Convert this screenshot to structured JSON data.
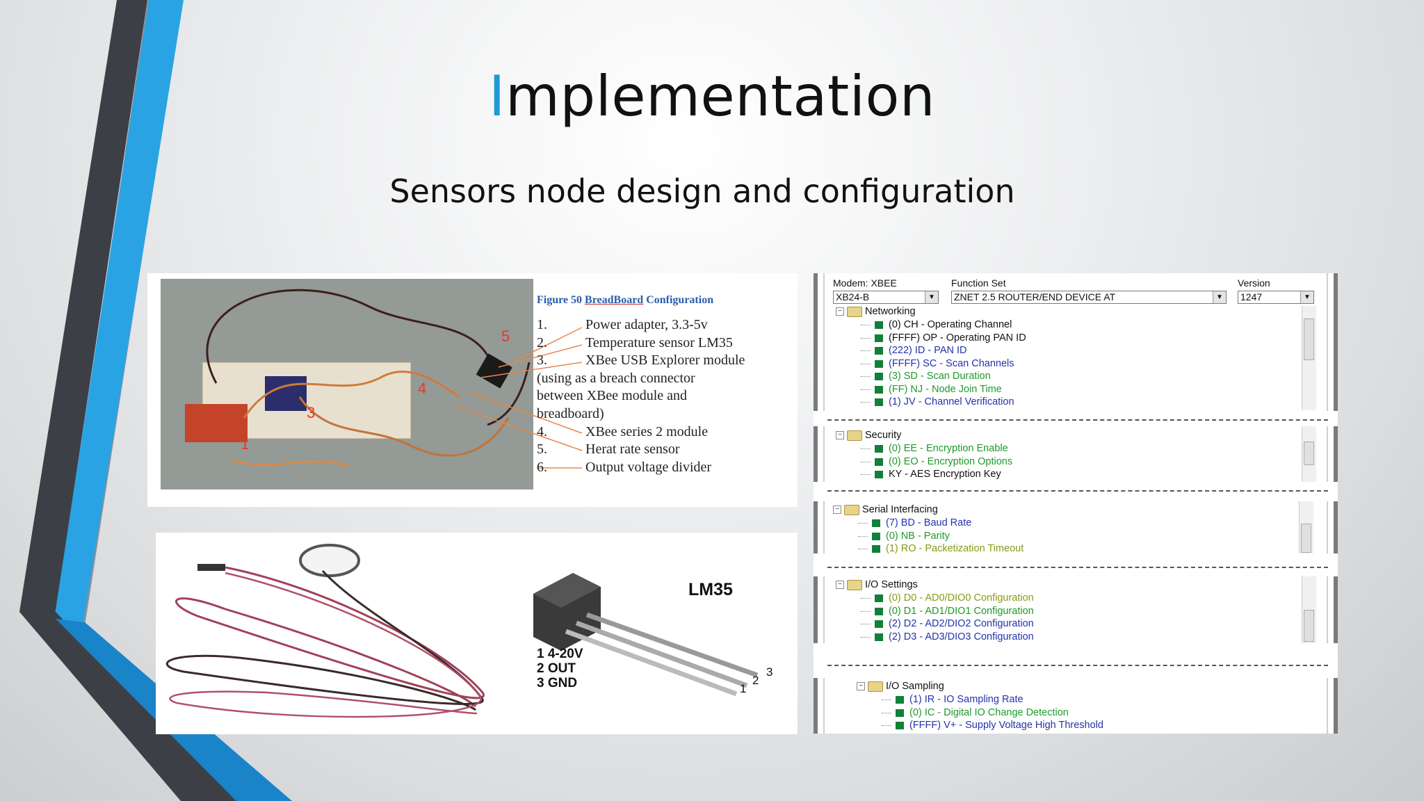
{
  "slide": {
    "title_first_letter": "I",
    "title_rest": "mplementation",
    "subtitle": "Sensors node design and configuration"
  },
  "breadboard_figure": {
    "caption_prefix": "Figure 50 ",
    "caption_underlined": "BreadBoard",
    "caption_suffix": " Configuration",
    "items": [
      {
        "num": "1.",
        "text": "Power adapter, 3.3-5v"
      },
      {
        "num": "2.",
        "text": "Temperature sensor LM35"
      },
      {
        "num": "3.",
        "text": "XBee USB Explorer module"
      },
      {
        "num": "",
        "text": "(using as a breach connector"
      },
      {
        "num": "",
        "text": "between XBee module and"
      },
      {
        "num": "",
        "text": "breadboard)"
      },
      {
        "num": "4.",
        "text": "XBee series 2 module"
      },
      {
        "num": "5.",
        "text": "Herat rate sensor"
      },
      {
        "num": "6.",
        "text": "Output voltage divider"
      }
    ],
    "photo_markers": [
      "2",
      "3",
      "1",
      "4",
      "5"
    ]
  },
  "sensor_figure": {
    "part_name": "LM35",
    "pinout": [
      "1 4-20V",
      "2 OUT",
      "3 GND"
    ],
    "pin_numbers": [
      "1",
      "2",
      "3"
    ]
  },
  "xbee_config": {
    "modem_label": "Modem: XBEE",
    "modem_value": "XB24-B",
    "function_set_label": "Function Set",
    "function_set_value": "ZNET 2.5 ROUTER/END DEVICE AT",
    "version_label": "Version",
    "version_value": "1247",
    "sections": [
      {
        "name": "Networking",
        "items": [
          {
            "text": "(0) CH - Operating Channel",
            "color": "black"
          },
          {
            "text": "(FFFF) OP - Operating PAN ID",
            "color": "black"
          },
          {
            "text": "(222) ID - PAN ID",
            "color": "blue"
          },
          {
            "text": "(FFFF) SC - Scan Channels",
            "color": "blue"
          },
          {
            "text": "(3) SD - Scan Duration",
            "color": "green"
          },
          {
            "text": "(FF) NJ - Node Join Time",
            "color": "green"
          },
          {
            "text": "(1) JV - Channel Verification",
            "color": "blue"
          }
        ]
      },
      {
        "name": "Security",
        "items": [
          {
            "text": "(0) EE - Encryption Enable",
            "color": "green"
          },
          {
            "text": "(0) EO - Encryption Options",
            "color": "green"
          },
          {
            "text": "KY - AES Encryption Key",
            "color": "black"
          }
        ]
      },
      {
        "name": "Serial Interfacing",
        "items": [
          {
            "text": "(7) BD - Baud Rate",
            "color": "blue"
          },
          {
            "text": "(0) NB - Parity",
            "color": "green"
          },
          {
            "text": "(1) RO - Packetization Timeout",
            "color": "olive"
          }
        ]
      },
      {
        "name": "I/O Settings",
        "items": [
          {
            "text": "(0) D0 - AD0/DIO0 Configuration",
            "color": "olive"
          },
          {
            "text": "(0) D1 - AD1/DIO1 Configuration",
            "color": "green"
          },
          {
            "text": "(2) D2 - AD2/DIO2 Configuration",
            "color": "blue"
          },
          {
            "text": "(2) D3 - AD3/DIO3 Configuration",
            "color": "blue"
          }
        ]
      },
      {
        "name": "I/O Sampling",
        "items": [
          {
            "text": "(1) IR - IO Sampling Rate",
            "color": "blue"
          },
          {
            "text": "(0) IC - Digital IO Change Detection",
            "color": "green"
          },
          {
            "text": "(FFFF) V+ - Supply Voltage High Threshold",
            "color": "blue"
          }
        ]
      }
    ]
  },
  "colors": {
    "accent": "#1f9ad6",
    "dark_stripe": "#3b3f44",
    "light_stripe": "#2aa3e4",
    "tree_blue": "#2233aa",
    "tree_green": "#1d9a2a",
    "tree_olive": "#8a9a14"
  }
}
